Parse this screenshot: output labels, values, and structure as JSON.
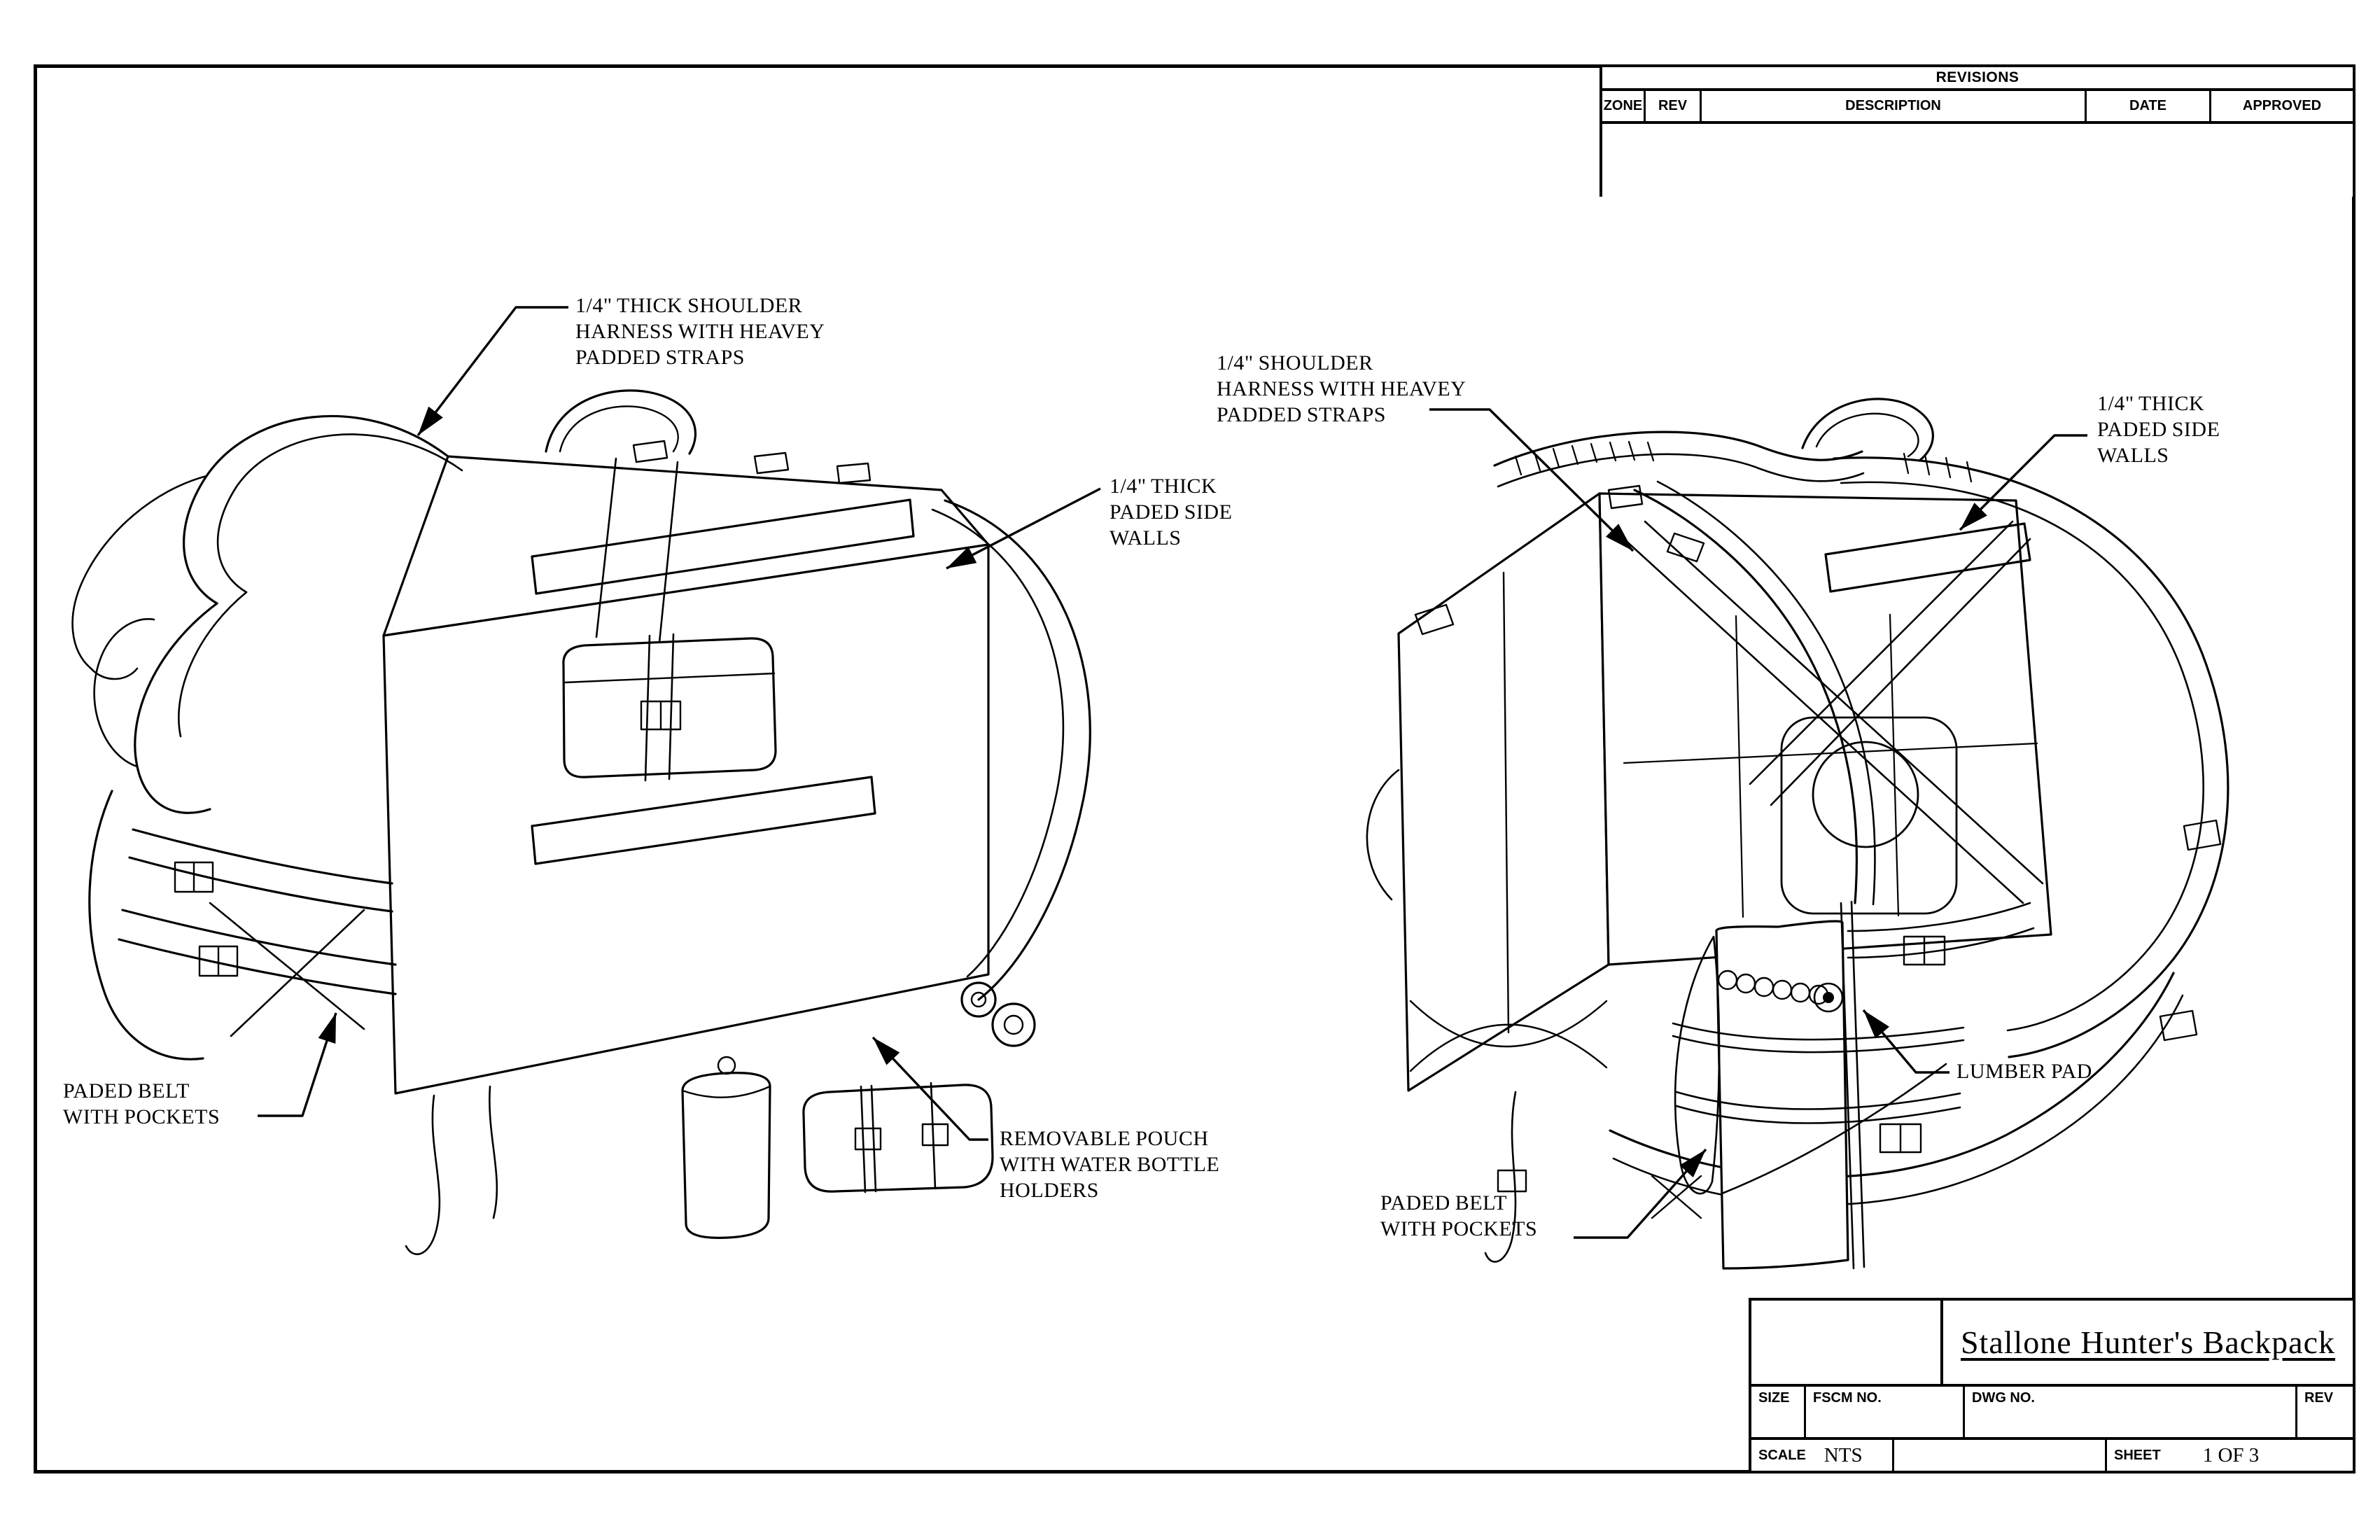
{
  "drawing": {
    "revisions": {
      "title": "REVISIONS",
      "columns": {
        "zone": "ZONE",
        "rev": "REV",
        "description": "DESCRIPTION",
        "date": "DATE",
        "approved": "APPROVED"
      }
    },
    "title_block": {
      "title": "Stallone Hunter's Backpack",
      "size_label": "SIZE",
      "fscm_label": "FSCM NO.",
      "dwg_label": "DWG NO.",
      "rev_label": "REV",
      "scale_label": "SCALE",
      "scale_value": "NTS",
      "sheet_label": "SHEET",
      "sheet_value": "1 OF 3"
    },
    "callouts": {
      "left_shoulder_harness": {
        "lines": [
          "1/4\" THICK SHOULDER",
          "HARNESS WITH HEAVEY",
          "PADDED STRAPS"
        ]
      },
      "left_side_walls": {
        "lines": [
          "1/4\" THICK",
          "PADED SIDE",
          "WALLS"
        ]
      },
      "left_belt": {
        "lines": [
          "PADED BELT",
          "WITH POCKETS"
        ]
      },
      "left_pouch": {
        "lines": [
          "REMOVABLE POUCH",
          "WITH WATER BOTTLE",
          "HOLDERS"
        ]
      },
      "right_shoulder_harness": {
        "lines": [
          "1/4\" SHOULDER",
          "HARNESS WITH HEAVEY",
          "PADDED STRAPS"
        ]
      },
      "right_side_walls": {
        "lines": [
          "1/4\" THICK",
          "PADED SIDE",
          "WALLS"
        ]
      },
      "right_lumber_pad": {
        "lines": [
          "LUMBER PAD"
        ]
      },
      "right_belt": {
        "lines": [
          "PADED BELT",
          "WITH POCKETS"
        ]
      }
    }
  }
}
